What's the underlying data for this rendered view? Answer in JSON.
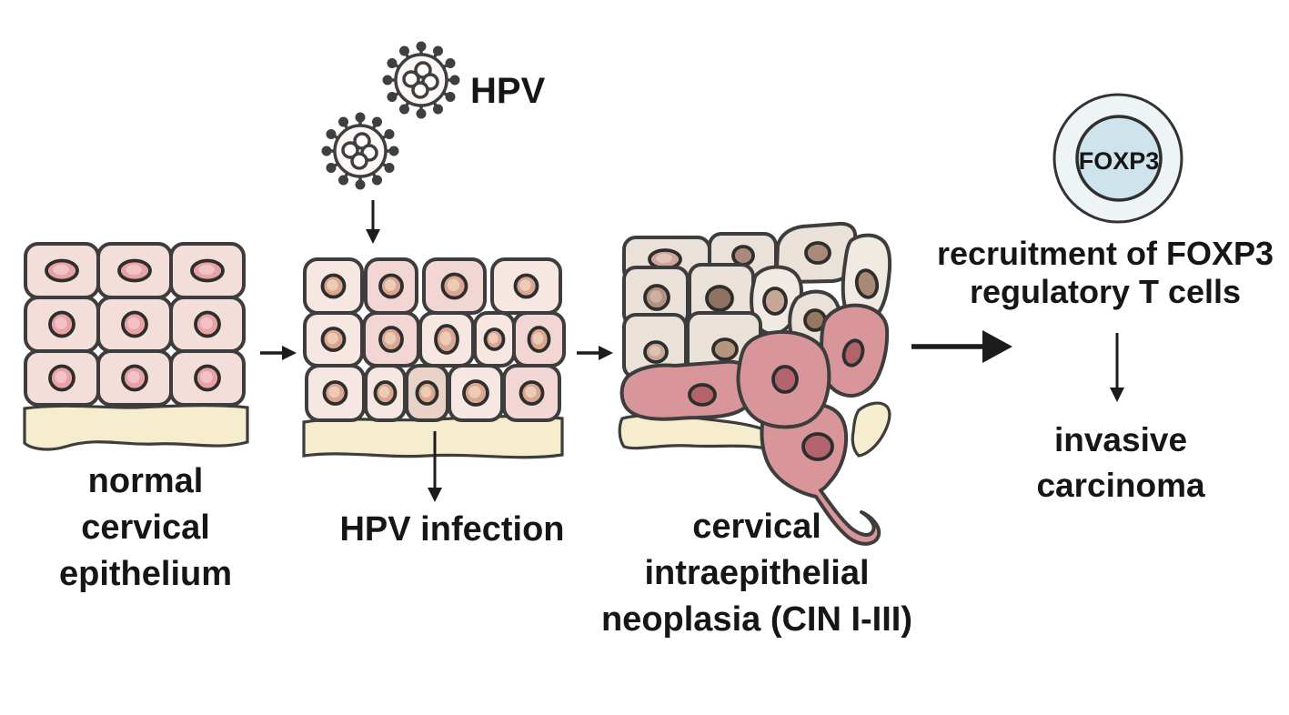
{
  "labels": {
    "virus": "HPV",
    "stage_normal": [
      "normal",
      "cervical",
      "epithelium"
    ],
    "stage_infection": "HPV infection",
    "stage_cin": [
      "cervical",
      "intraepithelial",
      "neoplasia (CIN I-III)"
    ],
    "recruitment": [
      "recruitment of FOXP3",
      "regulatory T cells"
    ],
    "outcome": [
      "invasive",
      "carcinoma"
    ],
    "tcell": "FOXP3"
  },
  "colors": {
    "background": "#ffffff",
    "text": "#161616",
    "outline": "#3d3d3d",
    "arrow": "#1c1c1c",
    "membrane_fill": "#f6ecce",
    "normal_cell_fill": "#f3ded9",
    "normal_nucleus_fill": "#e7a2a6",
    "normal_nucleus_highlight": "#f2c2c4",
    "infected_cell_fill_light": "#f6e7e2",
    "infected_cell_fill_rose": "#f1d6d3",
    "infected_cell_fill_tan": "#e9d2c8",
    "infected_nucleus_fill": "#d9a691",
    "infected_nucleus_highlight": "#edccb7",
    "dysplastic_cell_fill": "#eae2d9",
    "dysplastic_cell_fill_light": "#f0eae3",
    "dysplastic_nucleus_light": "#c6a795",
    "dysplastic_nucleus_dark": "#8f7260",
    "neoplastic_cell_fill": "#d8969b",
    "neoplastic_nucleus_fill": "#b2636c",
    "virus_body_fill": "#fdf8f5",
    "virus_outline": "#3f3f3f",
    "tcell_body_fill": "#eef3f6",
    "tcell_nucleus_fill": "#cfe3ed"
  }
}
